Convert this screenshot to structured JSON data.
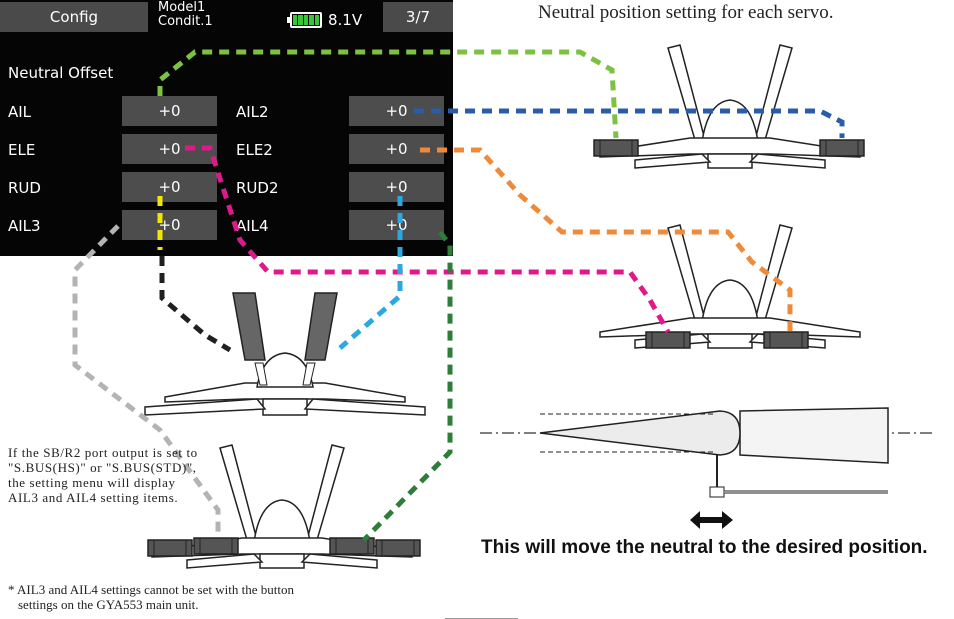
{
  "screen": {
    "config_button": "Config",
    "model_name": "Model1",
    "condition": "Condit.1",
    "voltage": "8.1V",
    "page": "3/7",
    "title": "Neutral Offset",
    "rows": [
      {
        "left_label": "AIL",
        "left_value": "+0",
        "right_label": "AIL2",
        "right_value": "+0"
      },
      {
        "left_label": "ELE",
        "left_value": "+0",
        "right_label": "ELE2",
        "right_value": "+0"
      },
      {
        "left_label": "RUD",
        "left_value": "+0",
        "right_label": "RUD2",
        "right_value": "+0"
      },
      {
        "left_label": "AIL3",
        "left_value": "+0",
        "right_label": "AIL4",
        "right_value": "+0"
      }
    ]
  },
  "captions": {
    "top": "Neutral position setting for each servo.",
    "side_note": "If the SB/R2 port output is set to \"S.BUS(HS)\" or \"S.BUS(STD)\", the setting menu will display AIL3 and AIL4 setting items.",
    "foot_note_line1": "* AIL3 and AIL4 settings cannot be set with the button",
    "foot_note_line2": "settings on the GYA553 main unit.",
    "bold": "This will move the neutral to the desired position."
  },
  "colors": {
    "ail": "#7cc142",
    "ail2": "#2a5caa",
    "ele": "#e0198a",
    "ele2": "#ef8a3a",
    "rud": "#231f20",
    "rud2": "#2aa8e0",
    "ail3": "#b3b3b3",
    "ail4": "#2e7d3a",
    "rud_highlight": "#f2e600",
    "value_box": "#4d4d4d",
    "battery": "#37c838"
  }
}
